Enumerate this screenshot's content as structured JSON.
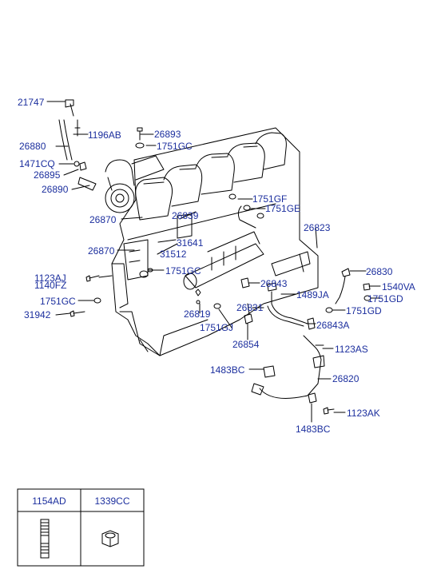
{
  "colors": {
    "label": "#1c2f9e",
    "line": "#000000"
  },
  "callouts": {
    "c21747": "21747",
    "c26880": "26880",
    "c1196AB": "1196AB",
    "c26893": "26893",
    "c1751GC_top": "1751GC",
    "c1471CQ": "1471CQ",
    "c26895": "26895",
    "c26890": "26890",
    "c1751GF": "1751GF",
    "c1751GE": "1751GE",
    "c26870_a": "26870",
    "c26839": "26839",
    "c26823": "26823",
    "c31641": "31641",
    "c26870_b": "26870",
    "c31512": "31512",
    "c26830": "26830",
    "c1123AJ": "1123AJ",
    "c1140FZ": "1140FZ",
    "c1751GC_mid": "1751GC",
    "c26843": "26843",
    "c1540VA": "1540VA",
    "c1751GD_a": "1751GD",
    "c1489JA": "1489JA",
    "c1751GC_left": "1751GC",
    "c26831": "26831",
    "c1751GD_b": "1751GD",
    "c31942": "31942",
    "c26819": "26819",
    "c26843A": "26843A",
    "c1751GJ": "1751GJ",
    "c26854": "26854",
    "c1123AS": "1123AS",
    "c1483BC_a": "1483BC",
    "c26820": "26820",
    "c1123AK": "1123AK",
    "c1483BC_b": "1483BC"
  },
  "parts_table": {
    "col1": "1154AD",
    "col2": "1339CC"
  }
}
